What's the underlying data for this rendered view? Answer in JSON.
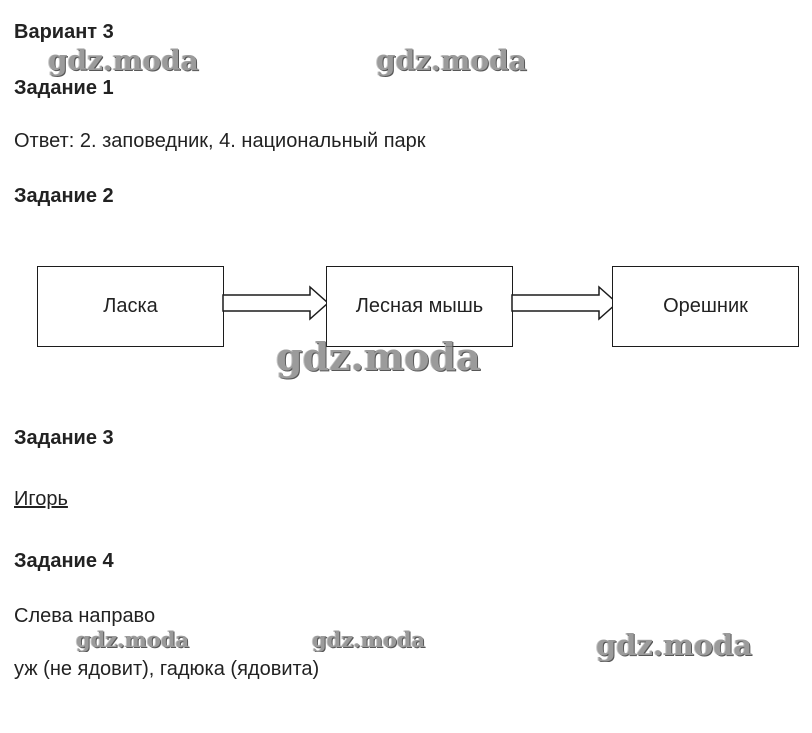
{
  "header": {
    "variant_title": "Вариант 3"
  },
  "task1": {
    "title": "Задание 1",
    "answer": "Ответ: 2. заповедник, 4. национальный парк"
  },
  "task2": {
    "title": "Задание 2",
    "chain": [
      "Ласка",
      "Лесная мышь",
      "Орешник"
    ]
  },
  "task3": {
    "title": "Задание 3",
    "answer": "Игорь"
  },
  "task4": {
    "title": "Задание 4",
    "line1": "Слева направо",
    "line2": "уж (не ядовит), гадюка (ядовита)"
  },
  "watermark": {
    "text": "gdz.moda"
  }
}
